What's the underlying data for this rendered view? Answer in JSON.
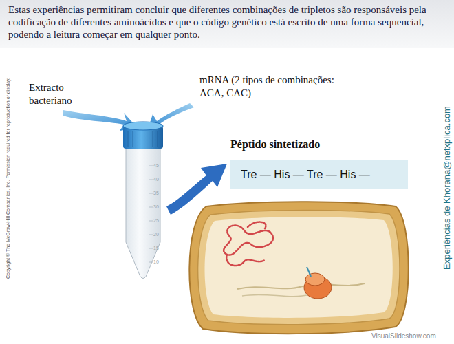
{
  "diagram": {
    "title": "Estas experiências permitiram concluir que diferentes combinações de tripletos são responsáveis pela codificação de diferentes aminoácidos e que o código genético está escrito de uma forma sequencial, podendo a leitura começar em qualquer ponto.",
    "nodes": [
      {
        "text": [
          "Péptido sintetizado",
          "Tre — His — Tre — His —"
        ]
      }
    ],
    "labels": [
      "Extracto bacteriano",
      "mRNA (2 tipos de combinações: ACA, CAC)",
      "Copyright © The McGraw-Hill Companies, Inc. Permission required for reproduction or display.",
      "Experiências de Khorana@netxplica.com",
      "VisualSlideshow.com",
      "45",
      "40",
      "35",
      "30",
      "25",
      "20",
      "15",
      "10"
    ]
  }
}
